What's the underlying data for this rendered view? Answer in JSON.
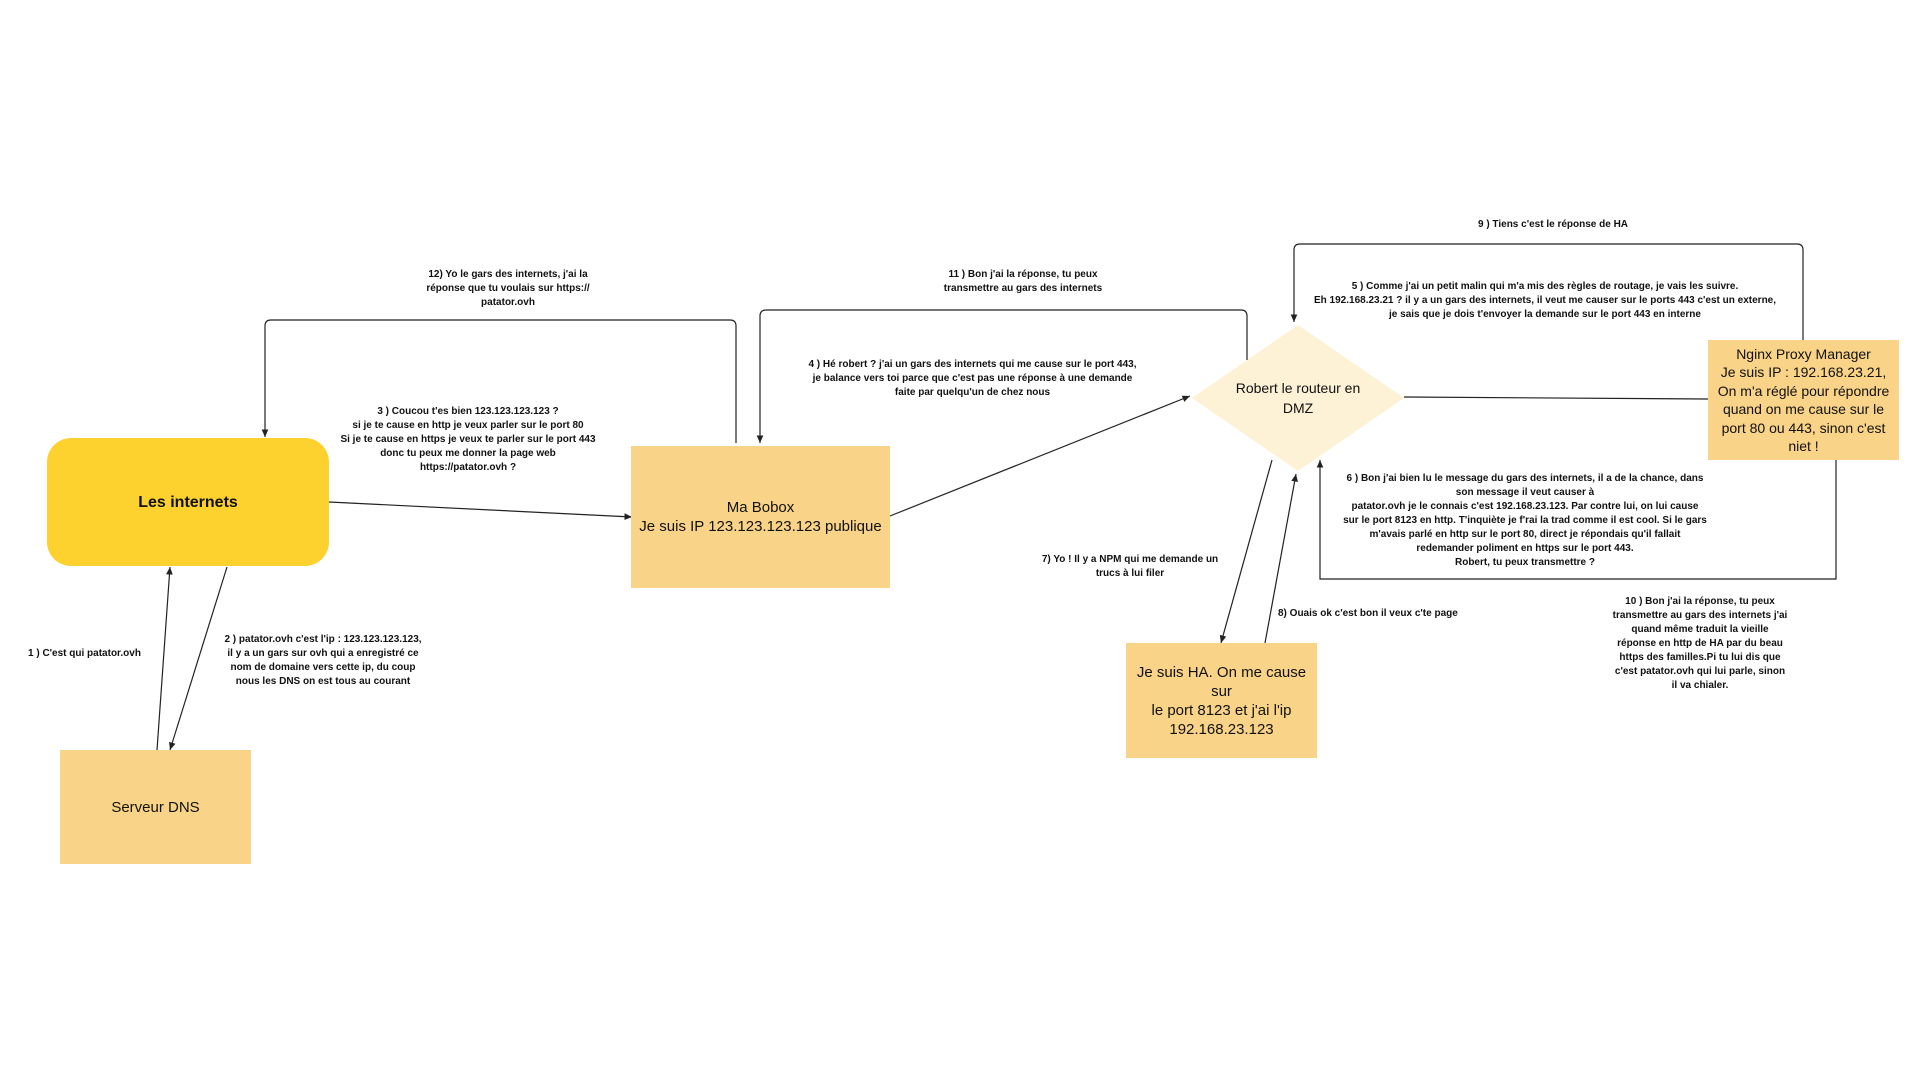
{
  "colors": {
    "internet": "#fdd22f",
    "box": "#f9d387",
    "diamond": "#fdf1d6",
    "line": "#222222"
  },
  "nodes": {
    "internets": "Les internets",
    "dns": "Serveur DNS",
    "bobox": "Ma Bobox\nJe suis IP 123.123.123.123 publique",
    "router": "Robert le routeur en\nDMZ",
    "npm": "Nginx Proxy Manager\nJe suis IP : 192.168.23.21,\nOn m'a réglé pour répondre\nquand on me cause sur le\nport 80 ou 443, sinon c'est\nniet !",
    "ha": "Je suis HA. On me cause sur\nle port 8123 et j'ai l'ip\n192.168.23.123"
  },
  "steps": {
    "s1": "1 ) C'est qui  patator.ovh",
    "s2": "2 ) patator.ovh c'est l'ip : 123.123.123.123,\nil y a un gars sur ovh qui a enregistré ce\nnom de domaine vers cette ip, du coup\nnous les DNS on est tous au courant",
    "s3": "3 ) Coucou t'es bien 123.123.123.123 ?\nsi je te cause en http je veux parler sur le port 80\nSi je te cause en https je veux te parler sur le port 443\ndonc tu peux me donner la page web\nhttps://patator.ovh ?",
    "s4": "4 ) Hé robert ? j'ai un gars des internets qui me cause sur le port 443,\nje balance vers toi parce que c'est pas une réponse à une demande\nfaite par quelqu'un de chez nous",
    "s5": "5 ) Comme j'ai un petit malin qui m'a mis des règles de routage, je vais les suivre.\nEh 192.168.23.21 ? il y a un gars des internets, il veut me causer sur le ports 443 c'est un externe,\nje sais que je dois t'envoyer la demande sur le port 443 en interne",
    "s6": "6 ) Bon j'ai bien lu le message du gars des internets, il a de la chance, dans\nson message il veut causer à\npatator.ovh je le connais c'est 192.168.23.123. Par contre lui, on lui cause\nsur le port 8123 en http. T'inquiète je f'rai la trad comme il est cool. Si le gars\nm'avais parlé en http sur le port 80, direct je répondais qu'il fallait\nredemander poliment en https sur le port 443.\nRobert, tu peux transmettre ?",
    "s7": "7) Yo ! Il y a NPM qui me demande un\ntrucs à lui filer",
    "s8": "8) Ouais ok c'est bon il veux c'te page",
    "s9": "9 ) Tiens c'est le réponse de HA",
    "s10": "10 ) Bon j'ai la réponse, tu peux\ntransmettre au gars des internets j'ai\nquand même traduit la vieille\nréponse en http de HA par du beau\nhttps des familles.Pi tu lui dis que\nc'est patator.ovh qui lui parle, sinon\nil va chialer.",
    "s11": "11 ) Bon j'ai la réponse, tu peux\ntransmettre au gars des internets",
    "s12": "12) Yo le gars des internets, j'ai la\nréponse que tu voulais sur https://\npatator.ovh"
  }
}
